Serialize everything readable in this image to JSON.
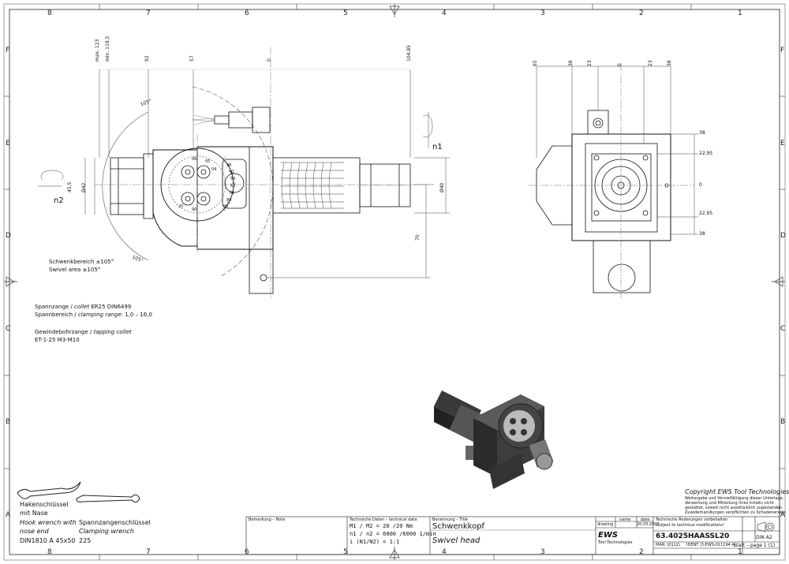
{
  "grid": {
    "columns": [
      "8",
      "7",
      "6",
      "5",
      "4",
      "3",
      "2",
      "1"
    ],
    "rows": [
      "F",
      "E",
      "D",
      "C",
      "B",
      "A"
    ]
  },
  "dims": {
    "max123": "max. 123",
    "min119": "min. 119,5",
    "d92": "92",
    "d57": "57",
    "d0": "0",
    "d104": "104,85",
    "a105top": "105°",
    "a105bot": "105°",
    "n1": "n1",
    "n2": "n2",
    "d45": "45,5",
    "phi42": "Ø42",
    "phi40": "Ø40",
    "d70": "70",
    "r65": "65",
    "r38a": "38",
    "r23a": "23",
    "r0": "0",
    "r23b": "23",
    "r38b": "38",
    "v38a": "38",
    "v2295a": "22,95",
    "v0": "0",
    "v2295b": "22,95",
    "v38b": "38",
    "dial": [
      "06",
      "05",
      "04",
      "90",
      "20",
      "30",
      "40",
      "50",
      "60",
      "70",
      "80",
      "90"
    ]
  },
  "notes": {
    "swivel_de": "Schwenkbereich ±105°",
    "swivel_en": "Swivel area ±105°",
    "collet_de": "Spannzange /",
    "collet_en": "collet",
    "collet_val": "ER25    DIN6499",
    "range_de": "Spannbereich /",
    "range_en": "clamping range",
    "range_val": ": 1,0 – 16,0",
    "tap_de": "Gewindebohrzange /",
    "tap_en": "tapping collet",
    "tap_val": "ET-1-25    M3-M10"
  },
  "tools": {
    "hook_de1": "Hakenschlüssel",
    "hook_de2": "mit Nase",
    "hook_en1": "Hook wrench with",
    "hook_en2": "nose end",
    "hook_std": "DIN1810  A  45x50",
    "clamp_de": "Spannzangenschlüssel",
    "clamp_en": "Clamping wrench",
    "clamp_num": "225"
  },
  "copyright": {
    "title": "Copyright EWS Tool Technologies",
    "l1": "Weitergabe und Vervielfältigung dieser Unterlage,",
    "l2": "Verwertung und Mitteilung ihres Inhalts nicht",
    "l3": "gestattet, soweit nicht ausdrücklich zugestanden.",
    "l4": "Zuwiderhandlungen verpflichten zu Schadenersatz."
  },
  "titleblock": {
    "remarks_label": "Bemerkung – Note",
    "techdata_label": "Technische Daten – technical data",
    "m_line": "M1 / M2 = 20  /20  Nm",
    "n_line": "n1 / n2 = 6000 /6000  1/min",
    "i_line": "i  (N1/N2) = 1:1",
    "desc_label": "Benennung – Title",
    "title_de": "Schwenkkopf",
    "title_en": "Swivel head",
    "col_name": "name",
    "col_date": "date",
    "drawing": "drawing",
    "date_val": "20.03.2007",
    "changes_de": "Technische Änderungen vorbehalten",
    "changes_en": "Subject to technical modifications!",
    "part_no": "63.4025HAASSL20",
    "format": "DIN A2",
    "ident": "IDENT: D-EWS-011194  A",
    "mar": "MAR: (0112)",
    "sheet": "Blatt – page  1 (1)",
    "logo": "EWS",
    "logo_sub": "Tool Technologies"
  }
}
